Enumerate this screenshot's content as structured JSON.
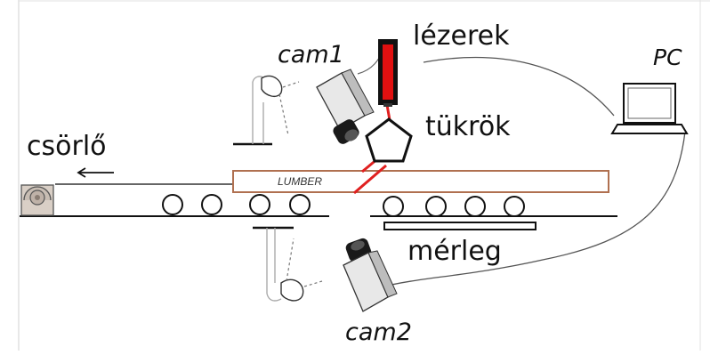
{
  "labels": {
    "lasers": "lézerek",
    "cam1": "cam1",
    "cam2": "cam2",
    "pc": "PC",
    "mirrors": "tükrök",
    "winch": "csörlő",
    "lumber": "LUMBER",
    "scale": "mérleg"
  },
  "colors": {
    "laser_body": "#e01010",
    "laser_beam": "#e02020",
    "board_edge": "#b07050",
    "line": "#111111",
    "cable": "#555555"
  },
  "icons": {
    "laser": "laser-device-icon",
    "mirror": "pentagon-mirror-icon",
    "camera": "camera-icon",
    "lamp": "lamp-icon",
    "pc": "laptop-icon",
    "winch": "winch-icon",
    "rollers": "roller-icon"
  }
}
